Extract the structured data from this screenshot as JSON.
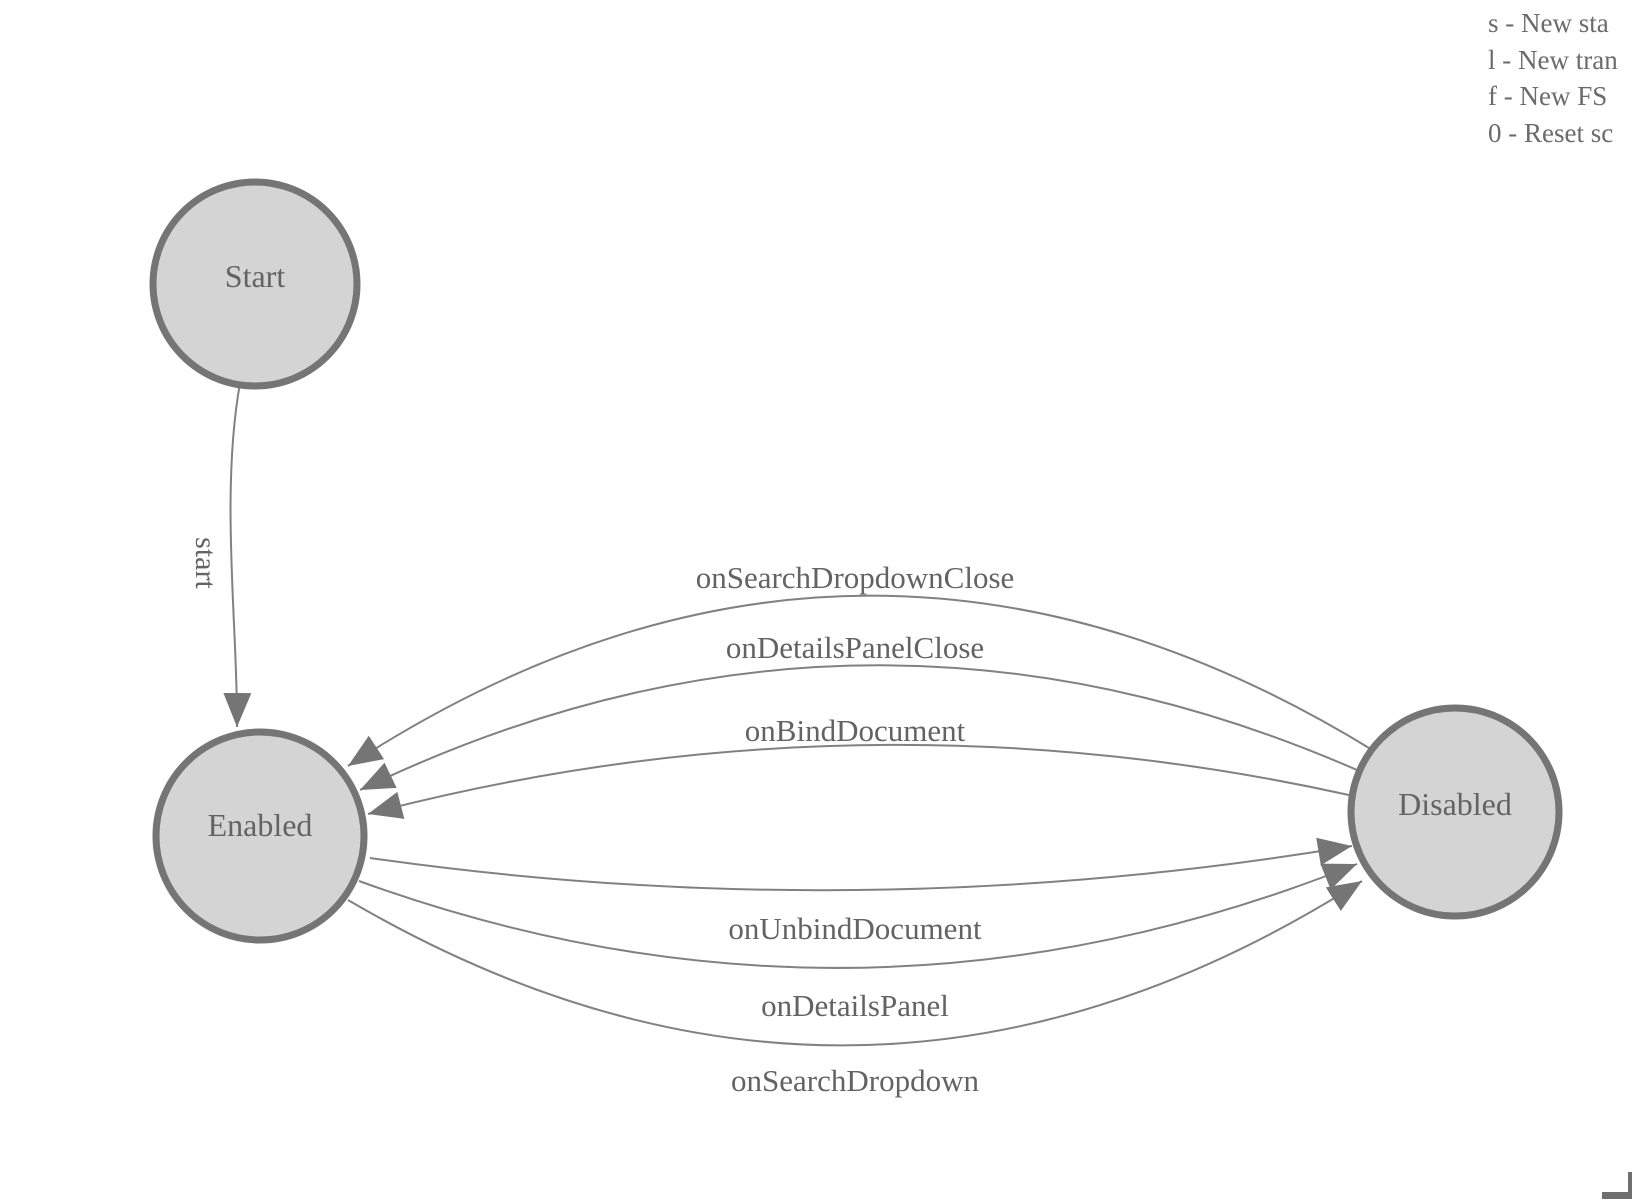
{
  "diagram": {
    "states": [
      {
        "id": "start",
        "label": "Start"
      },
      {
        "id": "enabled",
        "label": "Enabled"
      },
      {
        "id": "disabled",
        "label": "Disabled"
      }
    ],
    "transitions": [
      {
        "label": "start",
        "from": "Start",
        "to": "Enabled"
      },
      {
        "label": "onSearchDropdownClose",
        "from": "Disabled",
        "to": "Enabled"
      },
      {
        "label": "onDetailsPanelClose",
        "from": "Disabled",
        "to": "Enabled"
      },
      {
        "label": "onBindDocument",
        "from": "Disabled",
        "to": "Enabled"
      },
      {
        "label": "onUnbindDocument",
        "from": "Enabled",
        "to": "Disabled"
      },
      {
        "label": "onDetailsPanel",
        "from": "Enabled",
        "to": "Disabled"
      },
      {
        "label": "onSearchDropdown",
        "from": "Enabled",
        "to": "Disabled"
      }
    ]
  },
  "legend": {
    "lines": [
      "s - New sta",
      "l - New tran",
      "f - New FS",
      "0 - Reset sc"
    ]
  },
  "colors": {
    "background": "#ffffff",
    "node_fill": "#d4d4d4",
    "node_stroke": "#757575",
    "edge_line": "#818181",
    "arrow_fill": "#757575",
    "label_text": "#636363",
    "legend_text": "#6b6b6b"
  }
}
